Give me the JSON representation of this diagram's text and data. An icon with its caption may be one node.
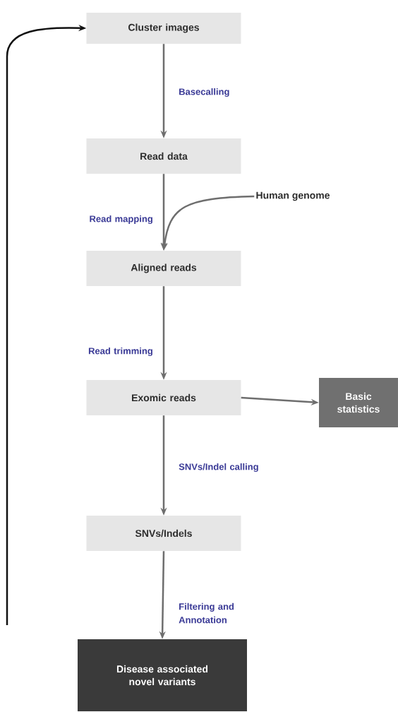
{
  "diagram": {
    "nodes": [
      {
        "text": [
          "Cluster images"
        ]
      },
      {
        "text": [
          "Read data"
        ]
      },
      {
        "text": [
          "Human genome"
        ]
      },
      {
        "text": [
          "Aligned reads"
        ]
      },
      {
        "text": [
          "Exomic reads"
        ]
      },
      {
        "text": [
          "Basic statistics"
        ]
      },
      {
        "text": [
          "SNVs/Indels"
        ]
      },
      {
        "text": [
          "Disease associated novel variants"
        ]
      }
    ],
    "edges": [
      {
        "from": 0,
        "to": 1,
        "arrow": "to",
        "label": "Basecalling"
      },
      {
        "from": 1,
        "to": 3,
        "arrow": "to",
        "label": "Read mapping"
      },
      {
        "from": 2,
        "to": 3,
        "arrow": "to"
      },
      {
        "from": 3,
        "to": 4,
        "arrow": "to",
        "label": "Read trimming"
      },
      {
        "from": 4,
        "to": 5,
        "arrow": "to"
      },
      {
        "from": 4,
        "to": 6,
        "arrow": "to",
        "label": "SNVs/Indel calling"
      },
      {
        "from": 6,
        "to": 7,
        "arrow": "to",
        "label": "Filtering and Annotation"
      },
      {
        "from": null,
        "to": 0,
        "arrow": "to",
        "color": "#111111"
      }
    ]
  }
}
